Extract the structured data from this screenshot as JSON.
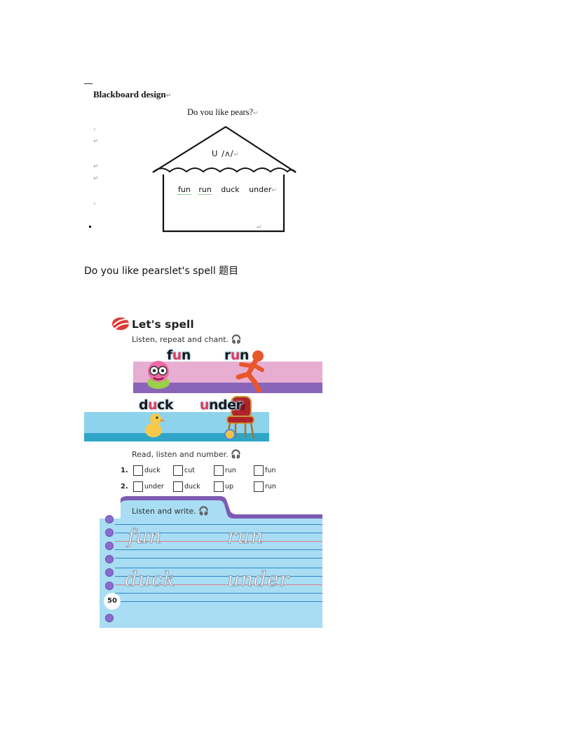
{
  "blackboard": {
    "heading": "Blackboard design",
    "title": "Do you like pears?",
    "phonics": "U  /ʌ/",
    "words": [
      "fun",
      "run",
      "duck",
      "under"
    ]
  },
  "caption": "Do you like pearslet's spell 题目",
  "book": {
    "section_title": "Let's spell",
    "instruction_1": "Listen, repeat and chant.",
    "instruction_2": "Read, listen and number.",
    "instruction_3": "Listen and write.",
    "chant_words": [
      {
        "pre": "f",
        "vowel": "u",
        "post": "n"
      },
      {
        "pre": "r",
        "vowel": "u",
        "post": "n"
      },
      {
        "pre": "d",
        "vowel": "u",
        "post": "ck"
      },
      {
        "pre": "",
        "vowel": "u",
        "post": "nder"
      }
    ],
    "rows": [
      {
        "num": "1.",
        "options": [
          "duck",
          "cut",
          "run",
          "fun"
        ]
      },
      {
        "num": "2.",
        "options": [
          "under",
          "duck",
          "up",
          "run"
        ]
      }
    ],
    "write_words": [
      "fun",
      "run",
      "duck",
      "under"
    ],
    "page_number": "50"
  },
  "colors": {
    "pink_band": "#e8aed2",
    "purple_band": "#8a64b8",
    "blue_band": "#8ed3ec",
    "notebook": "#a8ddf3",
    "tab_purple": "#7d5bb4"
  }
}
